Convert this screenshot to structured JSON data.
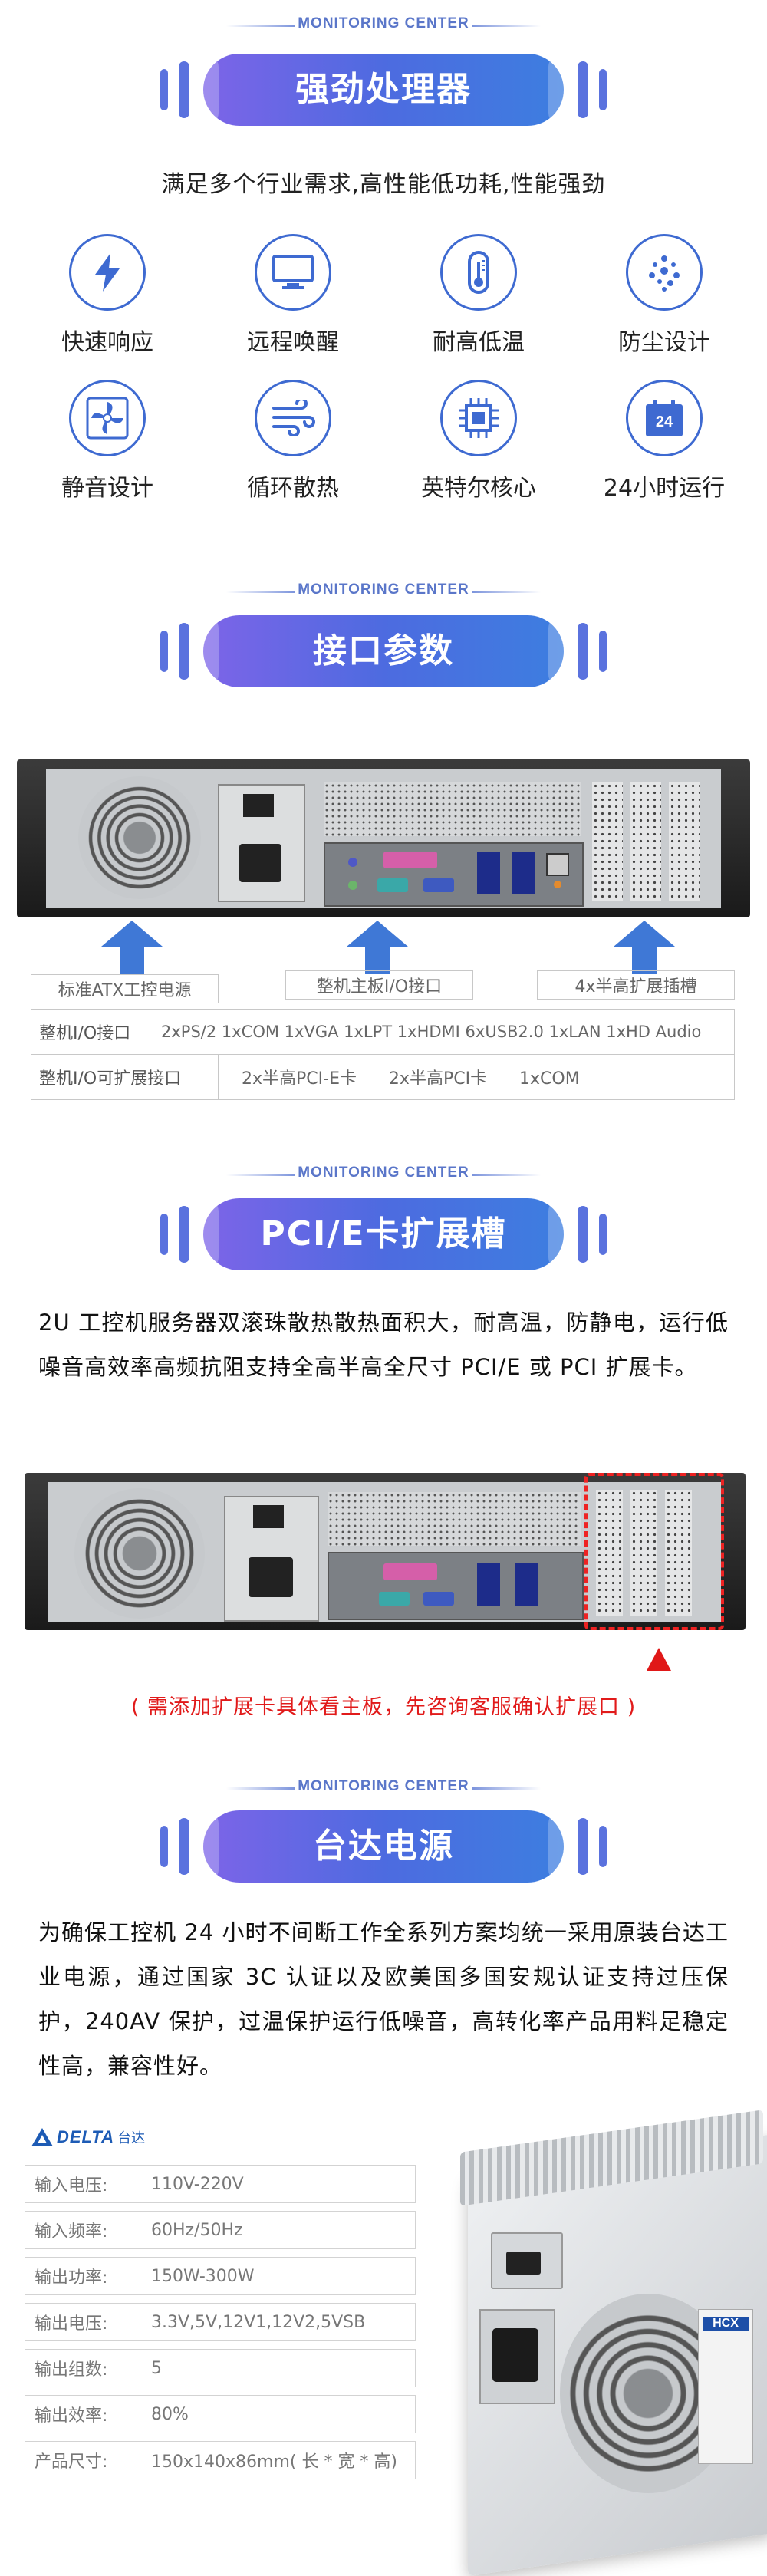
{
  "monitoring_label": "MONITORING CENTER",
  "section1": {
    "title": "强劲处理器",
    "subtitle": "满足多个行业需求,高性能低功耗,性能强劲",
    "features": [
      {
        "icon": "lightning-icon",
        "label": "快速响应"
      },
      {
        "icon": "monitor-icon",
        "label": "远程唤醒"
      },
      {
        "icon": "thermometer-icon",
        "label": "耐高低温"
      },
      {
        "icon": "dust-icon",
        "label": "防尘设计"
      },
      {
        "icon": "fan-icon",
        "label": "静音设计"
      },
      {
        "icon": "wind-icon",
        "label": "循环散热"
      },
      {
        "icon": "cpu-chip-icon",
        "label": "英特尔核心"
      },
      {
        "icon": "calendar-24-icon",
        "label": "24小时运行"
      }
    ],
    "calendar_number": "24"
  },
  "section2": {
    "title": "接口参数",
    "callouts": [
      "标准ATX工控电源",
      "整机主板I/O接口",
      "4x半高扩展插槽"
    ],
    "rows": [
      {
        "label": "整机I/O接口",
        "value": "2xPS/2  1xCOM  1xVGA  1xLPT  1xHDMI  6xUSB2.0  1xLAN  1xHD Audio"
      },
      {
        "label": "整机I/O可扩展接口",
        "value": "2x半高PCI-E卡      2x半高PCI卡      1xCOM"
      }
    ]
  },
  "section3": {
    "title": "PCI/E卡扩展槽",
    "paragraph": "2U 工控机服务器双滚珠散热散热面积大，耐高温，防静电，运行低噪音高效率高频抗阻支持全高半高全尺寸 PCI/E 或 PCI 扩展卡。",
    "note": "( 需添加扩展卡具体看主板，先咨询客服确认扩展口 )"
  },
  "section4": {
    "title": "台达电源",
    "paragraph": "为确保工控机 24 小时不间断工作全系列方案均统一采用原装台达工业电源，通过国家 3C 认证以及欧美国多国安规认证支持过压保护，240AV 保护，过温保护运行低噪音，高转化率产品用料足稳定性高，兼容性好。",
    "brand": "DELTA",
    "brand_cn": "台达",
    "specs": [
      {
        "k": "输入电压:",
        "v": "110V-220V"
      },
      {
        "k": "输入频率:",
        "v": "60Hz/50Hz"
      },
      {
        "k": "输出功率:",
        "v": "150W-300W"
      },
      {
        "k": "输出电压:",
        "v": "3.3V,5V,12V1,12V2,5VSB"
      },
      {
        "k": "输出组数:",
        "v": "5"
      },
      {
        "k": "输出效率:",
        "v": "80%"
      },
      {
        "k": "产品尺寸:",
        "v": "150x140x86mm( 长 * 宽 * 高)"
      }
    ],
    "psu_label": "HCX"
  },
  "colors": {
    "accent": "#4d6be0",
    "icon": "#3e6ad1",
    "note": "#e11a1a"
  }
}
